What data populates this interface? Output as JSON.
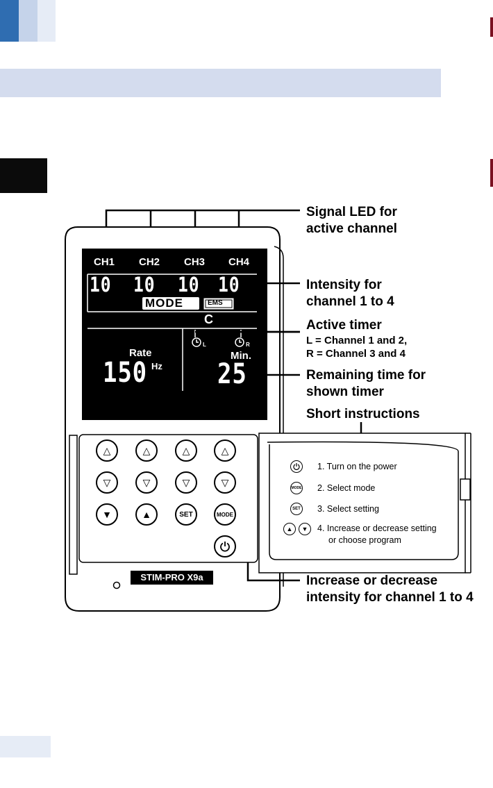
{
  "diagram": {
    "signal_led_label": [
      "Signal LED for",
      "active channel"
    ],
    "intensity_label": [
      "Intensity for",
      "channel 1 to 4"
    ],
    "active_timer_label": {
      "title": "Active timer",
      "line1": "L = Channel 1 and 2,",
      "line2": "R = Channel 3 and 4"
    },
    "remaining_label": [
      "Remaining time for",
      "shown timer"
    ],
    "short_instructions_label": "Short instructions",
    "increase_label": [
      "Increase or decrease",
      "intensity for channel 1 to 4"
    ]
  },
  "lcd": {
    "channels": [
      "CH1",
      "CH2",
      "CH3",
      "CH4"
    ],
    "intensities": [
      "10",
      "10",
      "10",
      "10"
    ],
    "mode_label": "MODE",
    "mode_value": "EMS",
    "program": "C",
    "timer_left": "L",
    "timer_right": "R",
    "rate_label": "Rate",
    "rate_value": "150",
    "rate_unit": "Hz",
    "min_label": "Min.",
    "min_value": "25"
  },
  "device": {
    "model": "STIM-PRO X9a",
    "set_label": "SET",
    "mode_label": "MODE"
  },
  "instructions": [
    {
      "text": "1. Turn on the power",
      "icon": "power-icon"
    },
    {
      "text": "2. Select mode",
      "icon": "mode-icon"
    },
    {
      "text": "3. Select setting",
      "icon": "set-icon"
    },
    {
      "text": "4. Increase or decrease setting",
      "text2": "or choose program",
      "icon": "arrow-icons"
    }
  ],
  "instruction_icon_labels": {
    "mode": "MODE",
    "set": "SET"
  },
  "colors": {
    "header_blue": "#2f6db1",
    "header_light": "#c5d3ea",
    "header_lighter": "#e6ecf6",
    "band": "#d4dcee",
    "lcd_black": "#000000",
    "device_outline": "#000000"
  }
}
